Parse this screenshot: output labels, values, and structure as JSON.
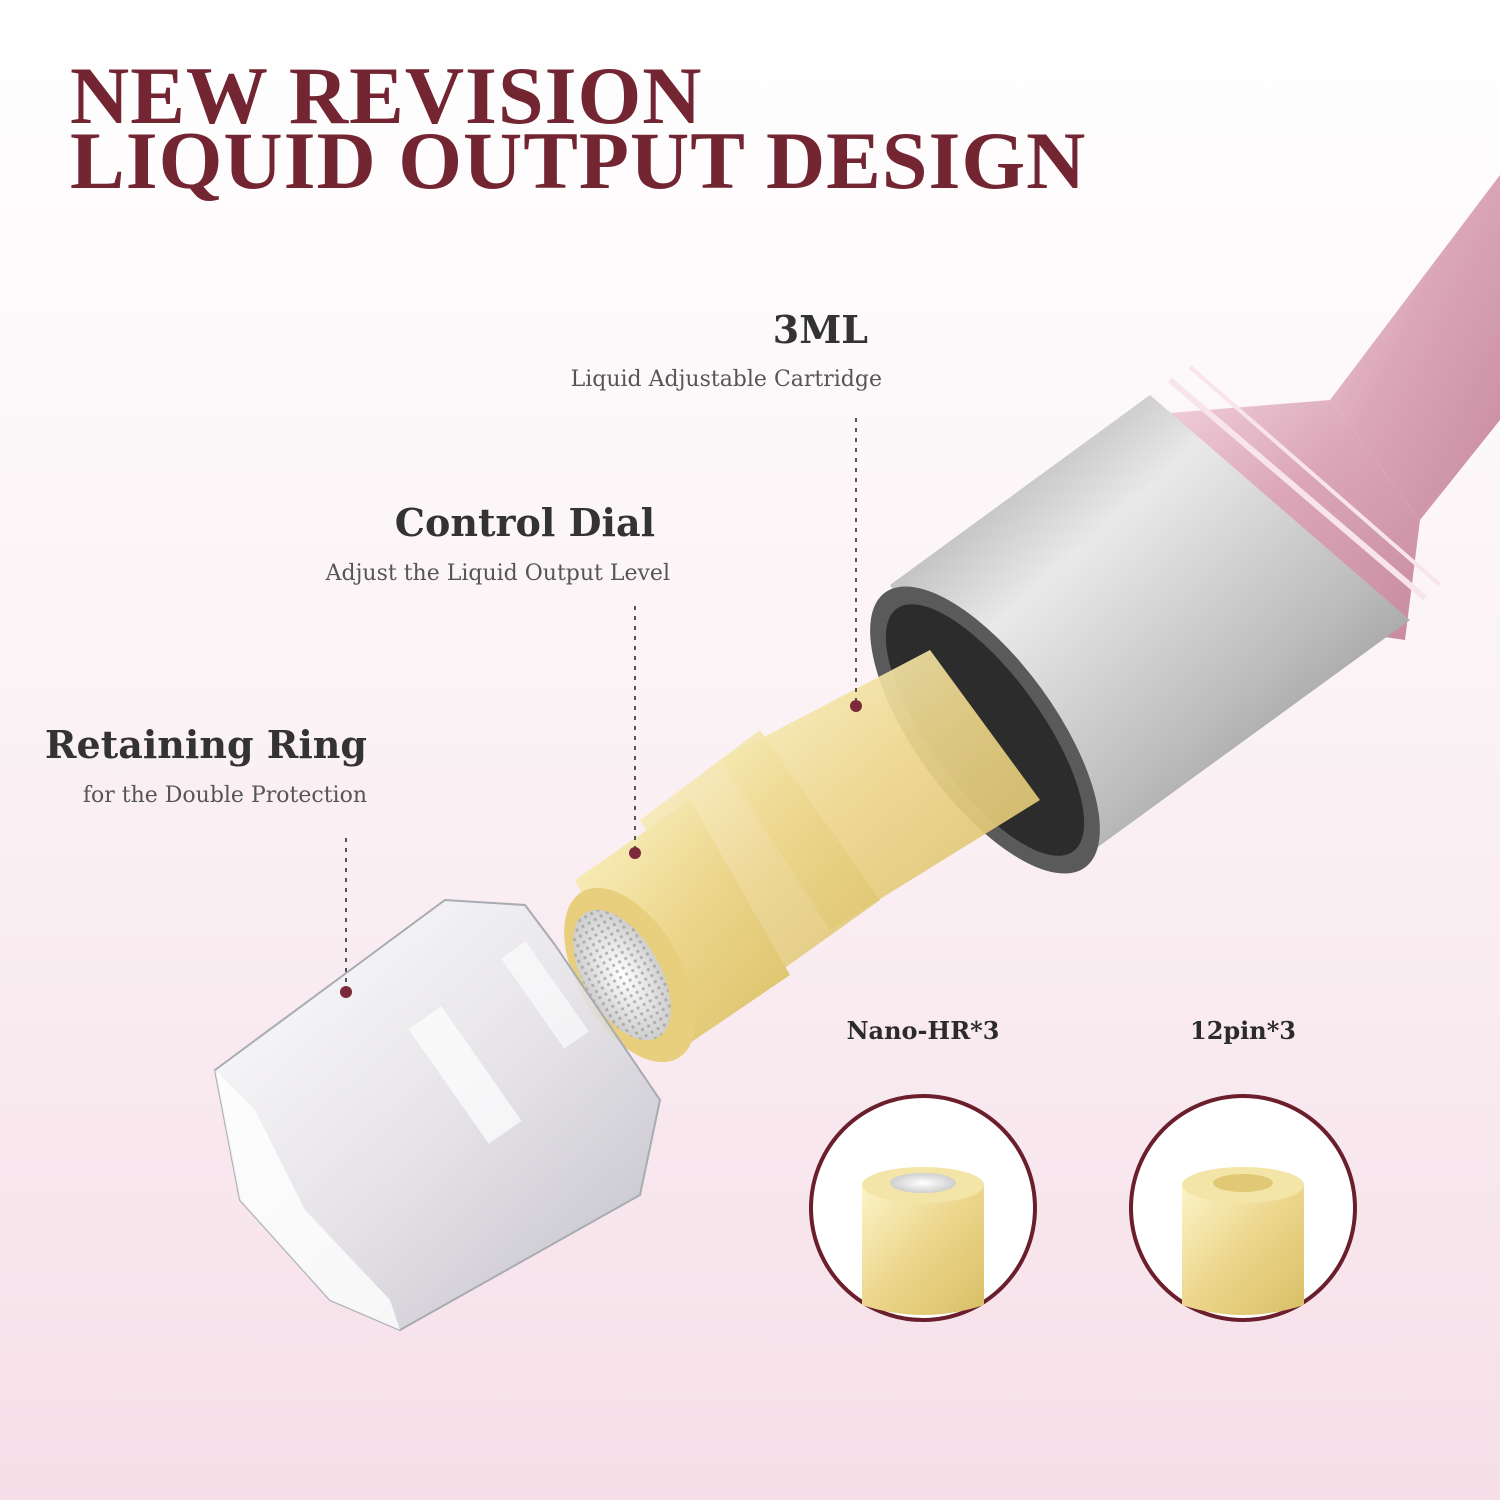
{
  "headline": {
    "line1": "NEW REVISION",
    "line2": "LIQUID OUTPUT DESIGN"
  },
  "callouts": {
    "cartridge": {
      "title": "3ML",
      "subtitle": "Liquid Adjustable Cartridge"
    },
    "dial": {
      "title": "Control Dial",
      "subtitle": "Adjust the Liquid Output Level"
    },
    "ring": {
      "title": "Retaining Ring",
      "subtitle": "for the Double Protection"
    }
  },
  "accessories": [
    {
      "label": "Nano-HR*3"
    },
    {
      "label": "12pin*3"
    }
  ],
  "colors": {
    "headline": "#732532",
    "accent_dot": "#7a2a3a",
    "pen_body": "#e3b5c5",
    "liquid": "#eedc8f"
  }
}
